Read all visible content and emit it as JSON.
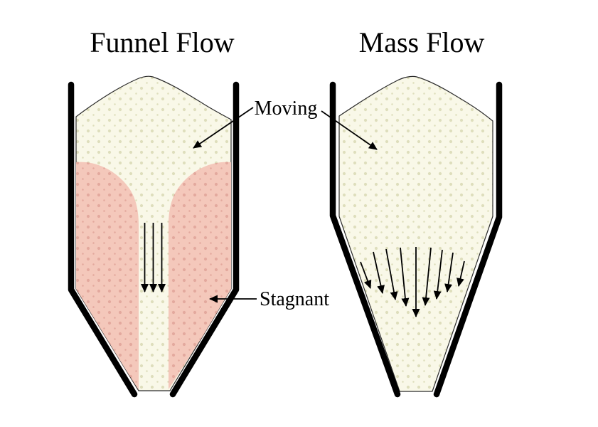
{
  "diagram": {
    "funnel_flow": {
      "title": "Funnel Flow"
    },
    "mass_flow": {
      "title": "Mass Flow"
    },
    "annotations": {
      "moving": "Moving",
      "stagnant": "Stagnant"
    },
    "colors": {
      "background": "#ffffff",
      "material-bg": "#f9f8e8",
      "material-dot": "#dedebc",
      "stagnant-bg": "#f4c8bb",
      "stagnant-dot": "#e3a99e",
      "wall": "#000000",
      "outline": "#2b2b2b",
      "arrow": "#000000",
      "text": "#000000"
    }
  }
}
